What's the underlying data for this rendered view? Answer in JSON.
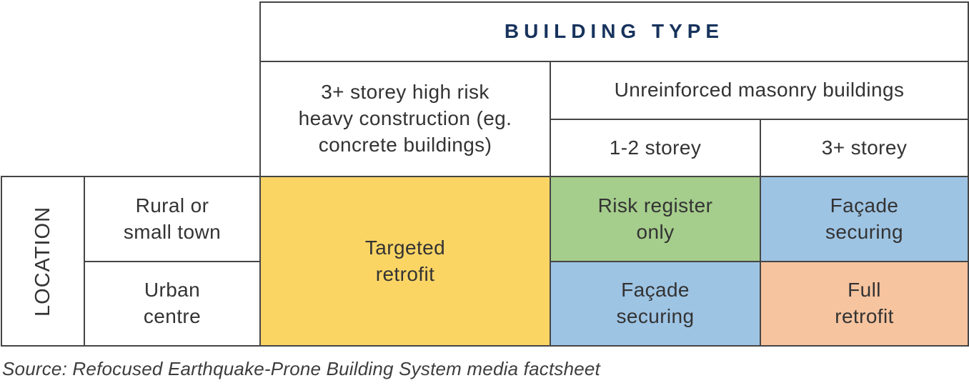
{
  "matrix": {
    "title": "BUILDING TYPE",
    "row_axis_title": "LOCATION",
    "columns": {
      "concrete": "3+ storey high risk\nheavy construction (eg.\nconcrete buildings)",
      "masonry_group": "Unreinforced masonry buildings",
      "masonry_low": "1-2 storey",
      "masonry_high": "3+ storey"
    },
    "rows": {
      "rural": "Rural or\nsmall town",
      "urban": "Urban\ncentre"
    },
    "cells": {
      "concrete_all": "Targeted\nretrofit",
      "masonry_low_rural": "Risk register\nonly",
      "masonry_high_rural": "Façade\nsecuring",
      "masonry_low_urban": "Façade\nsecuring",
      "masonry_high_urban": "Full\nretrofit"
    },
    "colors": {
      "targeted_retrofit": "#fbd564",
      "risk_register_only": "#a5cd8c",
      "facade_securing": "#9ec4e4",
      "full_retrofit": "#f6c49f",
      "title_navy": "#17335d"
    }
  },
  "footer": {
    "source": "Source: Refocused Earthquake-Prone Building System media factsheet"
  }
}
